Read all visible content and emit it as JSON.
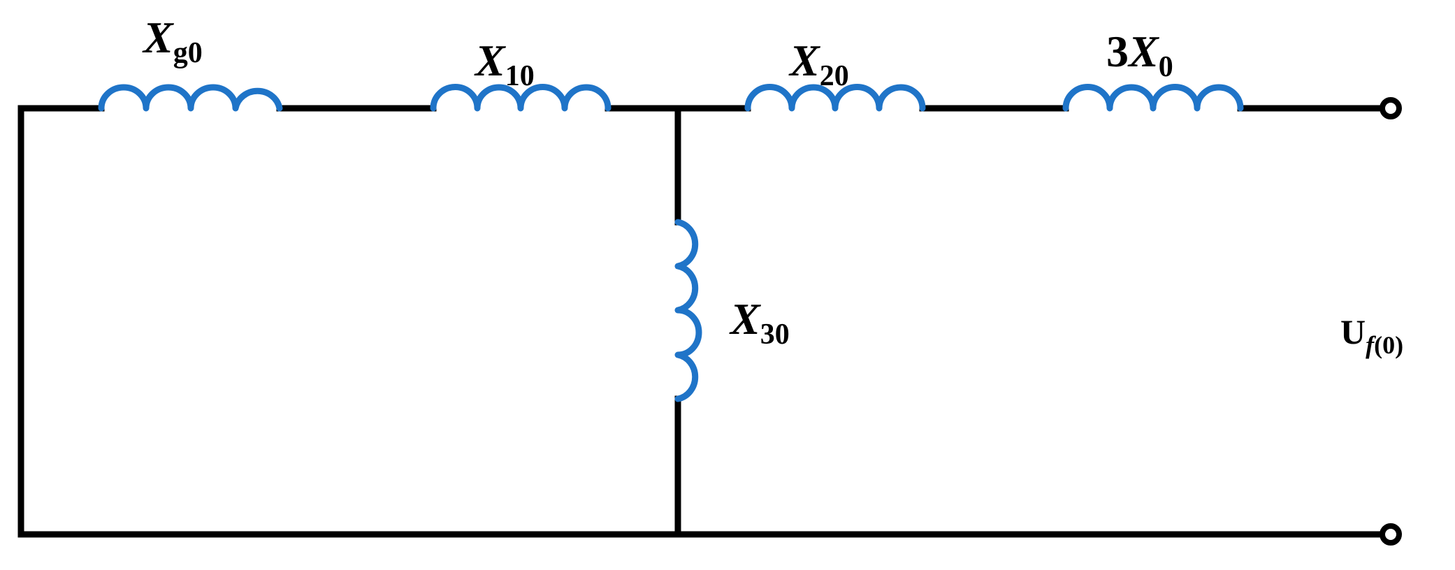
{
  "diagram": {
    "labels": {
      "xg0": {
        "main": "X",
        "sub": "g0"
      },
      "x10": {
        "main": "X",
        "sub": "10"
      },
      "x20": {
        "main": "X",
        "sub": "20"
      },
      "x0": {
        "lead": "3",
        "main": "X",
        "sub": "0"
      },
      "x30": {
        "main": "X",
        "sub": "30"
      },
      "uf0": {
        "main": "U",
        "sub_italic": "f",
        "sub": "(0)"
      }
    },
    "colors": {
      "wire": "#000000",
      "inductor": "#1f74c8"
    }
  }
}
